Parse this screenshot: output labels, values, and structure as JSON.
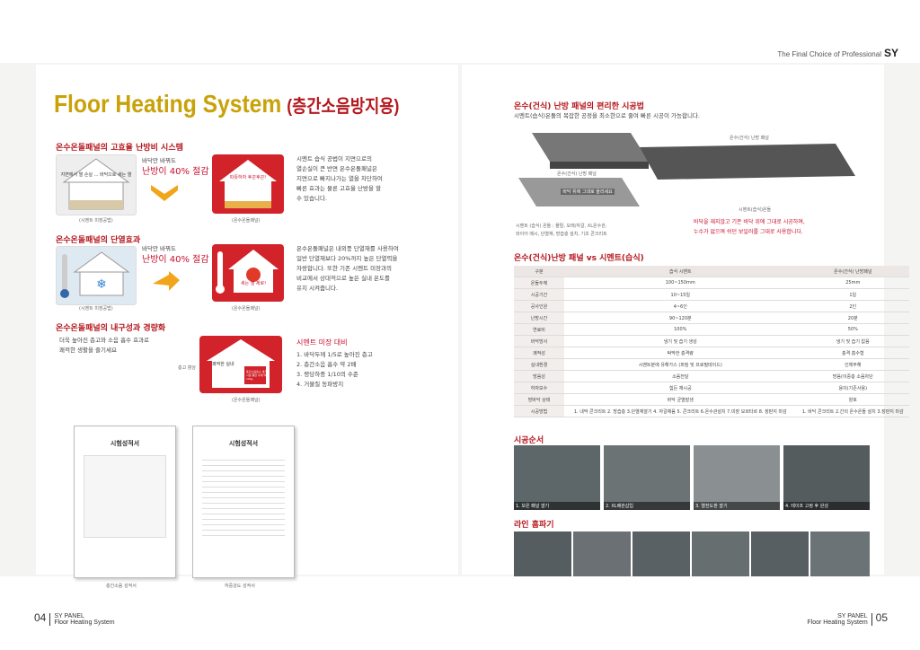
{
  "header": {
    "tagline": "The Final Choice of Professional",
    "brand": "SY"
  },
  "left": {
    "title": "Floor Heating System",
    "title_ko": "(층간소음방지용)",
    "sec1": {
      "title": "온수온돌패널의 고효율 난방비 시스템",
      "line1": "바닥만 바꿔도",
      "line2": "난방이 40% 절감",
      "desc": [
        "시멘트 습식 공법이 지면으로의",
        "열손실이 큰 반면 온수온돌패널은",
        "지면으로 빠지나가는 열을 차단하여",
        "빠른 효과는 물론 고효율 난방을 할",
        "수 있습니다."
      ],
      "img1_text": "지면에서 열 손실 ... 바닥으로 새는 열",
      "img2_text": "따뜻하자 후끈후끈!",
      "cap1": "(시멘트 미장공법)",
      "cap2": "(온수온돌패널)"
    },
    "sec2": {
      "title": "온수온돌패널의 단열효과",
      "line1": "바닥만 바꿔도",
      "line2": "난방이 40% 절감",
      "desc": [
        "온수온돌패널은 내외풍 단열재를 사용하여",
        "일반 단열재보다 20%까지 높은 단열력을",
        "자랑합니다. 또한 기존 시멘트 미장과의",
        "비교에서 상대적으로 높은 실내 온도를",
        "유지 시켜줍니다."
      ],
      "img2_text": "새는 열 제로!",
      "cap1": "(시멘트 미장공법)",
      "cap2": "(온수온돌패널)"
    },
    "sec3": {
      "title": "온수온돌패널의 내구성과 경량화",
      "desc": [
        "더욱 높아진 층고와 소음 흡수 효과로",
        "쾌적한 생활을 즐기세요"
      ],
      "img_text": "쾌적한 실내",
      "side": "층고 향상",
      "note": "층간소음흡수 새지 시험 평판 두께 약 10kg",
      "cap": "(온수온돌패널)",
      "list_title": "시멘트 미장 대비",
      "list": [
        "1. 바닥두께 1/5로 높아진 층고",
        "2. 층간소음 흡수 약 2배",
        "3. 평당하중 1/10의 수준",
        "4. 거물질 동파방지"
      ]
    },
    "cert1": {
      "title": "시험성적서",
      "caption": "층간소음 성적서"
    },
    "cert2": {
      "title": "시험성적서",
      "caption": "하중강도 성적서"
    }
  },
  "right": {
    "sec1": {
      "title": "온수(건식) 난방 패널의 편리한 시공법",
      "desc": "시멘트(습식)온돌의 복잡한 공정을 최소한으로 줄여 빠른 시공이 가능합니다.",
      "label_dry": "온수(건식) 난방 패널",
      "label_dry2": "온수(건식) 난방 패널",
      "label_pipe": "바닥 위에 그대로 올리세요",
      "label_wet": "시멘트(습식)온돌",
      "wet_desc": [
        "시멘트 (습식) 온돌 : 몰탈, 모래/자갈, XL온수관,",
        "와이어 메시, 단열재, 방습층 설치, 기초 콘크리트"
      ],
      "red_note": [
        "바닥을 재지않고 기존 바닥 위에 그대로 시공하며,",
        "누수가 없으며 쉬던 보일러를 그대로 사용합니다."
      ]
    },
    "sec2": {
      "title": "온수(건식)난방 패널 vs 시멘트(습식)",
      "headers": [
        "구분",
        "습식 시멘트",
        "온수(건식) 난방패널"
      ],
      "rows": [
        [
          "온돌두께",
          "100~150mm",
          "25mm"
        ],
        [
          "시공기간",
          "10~15일",
          "1일"
        ],
        [
          "공사인원",
          "4~6인",
          "2인"
        ],
        [
          "난방시간",
          "90~120분",
          "20분"
        ],
        [
          "연료비",
          "100%",
          "50%"
        ],
        [
          "바닥방사",
          "냉기 및 습기 생성",
          "냉기 및 습기 없음"
        ],
        [
          "쾌적성",
          "탁막한 층격량",
          "충격 흡수형"
        ],
        [
          "실내환경",
          "시멘트분에 유해가스 (퍼짐 및 프로필데이드)",
          "인체무해"
        ],
        [
          "방음성",
          "소음전달",
          "방음(이중층 소음차단"
        ],
        [
          "하자보수",
          "힘든 재시공",
          "용이(기존사용)"
        ],
        [
          "방바닥 상태",
          "바닥 균열발생",
          "양호"
        ],
        [
          "시공방법",
          "1. 내막 콘크리트 2. 방습층 3.단열재깔기 4. 자갈채움 5. 콘크리트 6.온수관설치 7.미장 모르타르 8. 장판지 마감",
          "1. 바닥 콘크리트 2.간의 온수온돌 설치 3.장판지 마감"
        ]
      ]
    },
    "sec3": {
      "title": "시공순서",
      "steps": [
        "1. 보온 패널 깔기",
        "2. XL배관삽입",
        "3. 열전도판 깔기",
        "4. 테이프 고정 후 완성"
      ]
    },
    "sec4": {
      "title": "라인 홈파기"
    }
  },
  "footer": {
    "left_page": "04",
    "left_brand": "SY PANEL",
    "left_sub": "Floor Heating System",
    "right_page": "05",
    "right_brand": "SY PANEL",
    "right_sub": "Floor Heating System"
  }
}
